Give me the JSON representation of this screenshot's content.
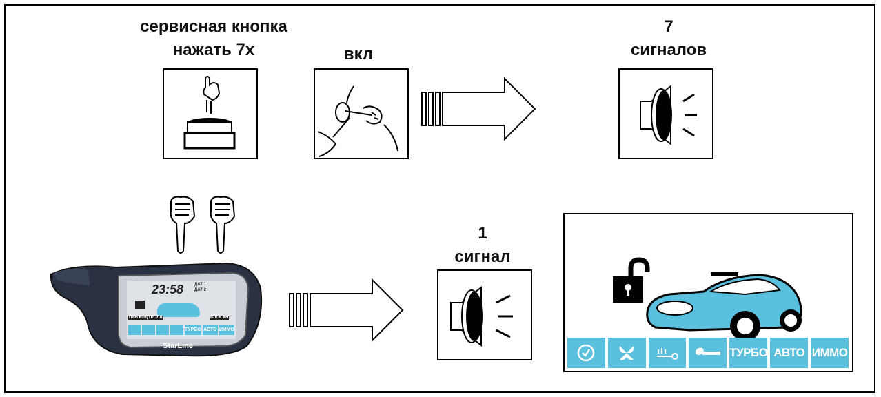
{
  "steps": {
    "service_button": {
      "line1": "сервисная кнопка",
      "line2": "нажать 7х"
    },
    "ignition": {
      "label": "вкл"
    },
    "signals_seven": {
      "line1": "7",
      "line2": "сигналов"
    },
    "signal_one": {
      "line1": "1",
      "line2": "сигнал"
    }
  },
  "fob": {
    "brand": "StarLine",
    "time": "23:58",
    "dat1": "ДАТ 1",
    "dat2": "ДАТ 2",
    "tags": [
      "ПИН КОД",
      "ТРОЛЛ"
    ],
    "block": "БЛОК КН",
    "turbo": "ТУРБО",
    "auto": "АВТО",
    "immo": "ИММО"
  },
  "display": {
    "status_cells": [
      {
        "icon": "clock-icon"
      },
      {
        "icon": "fan-icon"
      },
      {
        "icon": "heater-icon"
      },
      {
        "icon": "wrench-icon"
      },
      {
        "text": "ТУРБО"
      },
      {
        "text": "АВТО"
      },
      {
        "text": "ИММО"
      }
    ],
    "accent_color": "#5bc0de",
    "lock_state": "unlocked"
  }
}
